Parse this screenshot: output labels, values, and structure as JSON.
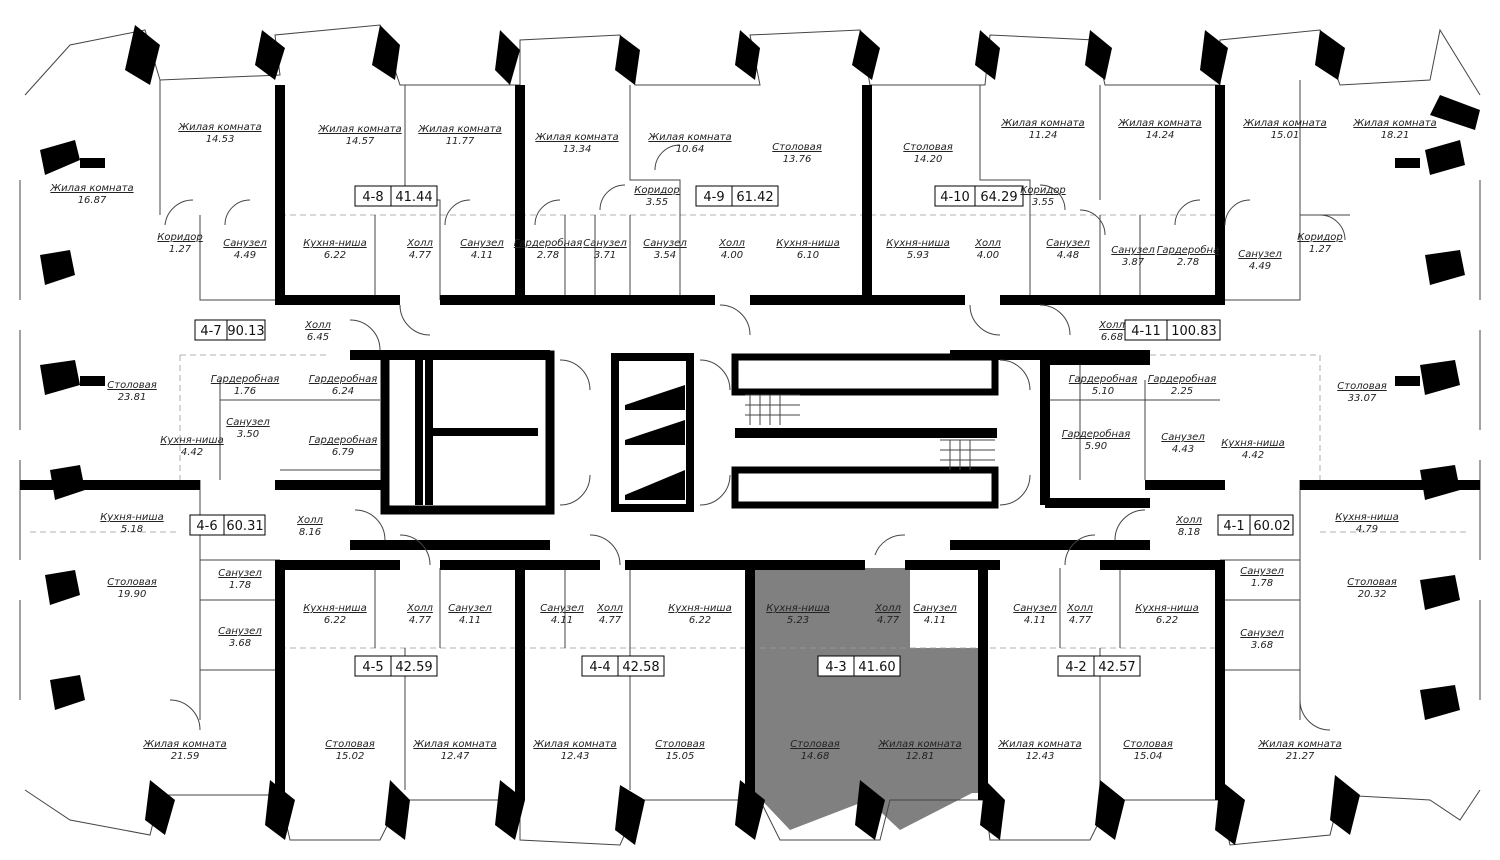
{
  "rooms": [
    {
      "id": "r1",
      "name": "Жилая комната",
      "area": "16.87"
    },
    {
      "id": "r2",
      "name": "Жилая комната",
      "area": "14.53"
    },
    {
      "id": "r3",
      "name": "Коридор",
      "area": "1.27"
    },
    {
      "id": "r4",
      "name": "Санузел",
      "area": "4.49"
    },
    {
      "id": "r5",
      "name": "Жилая комната",
      "area": "14.57"
    },
    {
      "id": "r6",
      "name": "Жилая комната",
      "area": "11.77"
    },
    {
      "id": "r7",
      "name": "Кухня-ниша",
      "area": "6.22"
    },
    {
      "id": "r8",
      "name": "Холл",
      "area": "4.77"
    },
    {
      "id": "r9",
      "name": "Санузел",
      "area": "4.11"
    },
    {
      "id": "r10",
      "name": "Жилая комната",
      "area": "13.34"
    },
    {
      "id": "r11",
      "name": "Жилая комната",
      "area": "10.64"
    },
    {
      "id": "r12",
      "name": "Коридор",
      "area": "3.55"
    },
    {
      "id": "r13",
      "name": "Гардеробная",
      "area": "2.78"
    },
    {
      "id": "r14",
      "name": "Санузел",
      "area": "3.71"
    },
    {
      "id": "r15",
      "name": "Санузел",
      "area": "3.54"
    },
    {
      "id": "r16",
      "name": "Холл",
      "area": "4.00"
    },
    {
      "id": "r17",
      "name": "Столовая",
      "area": "13.76"
    },
    {
      "id": "r18",
      "name": "Кухня-ниша",
      "area": "6.10"
    },
    {
      "id": "r19",
      "name": "Столовая",
      "area": "14.20"
    },
    {
      "id": "r20",
      "name": "Кухня-ниша",
      "area": "5.93"
    },
    {
      "id": "r21",
      "name": "Холл",
      "area": "4.00"
    },
    {
      "id": "r22",
      "name": "Жилая комната",
      "area": "11.24"
    },
    {
      "id": "r23",
      "name": "Коридор",
      "area": "3.55"
    },
    {
      "id": "r24",
      "name": "Санузел",
      "area": "4.48"
    },
    {
      "id": "r25",
      "name": "Жилая комната",
      "area": "14.24"
    },
    {
      "id": "r26",
      "name": "Санузел",
      "area": "3.87"
    },
    {
      "id": "r27",
      "name": "Гардеробна",
      "area": "2.78"
    },
    {
      "id": "r28",
      "name": "Жилая комната",
      "area": "15.01"
    },
    {
      "id": "r29",
      "name": "Санузел",
      "area": "4.49"
    },
    {
      "id": "r30",
      "name": "Жилая комната",
      "area": "18.21"
    },
    {
      "id": "r31",
      "name": "Коридор",
      "area": "1.27"
    },
    {
      "id": "r32",
      "name": "Холл",
      "area": "6.45"
    },
    {
      "id": "r33",
      "name": "Столовая",
      "area": "23.81"
    },
    {
      "id": "r34",
      "name": "Гардеробная",
      "area": "1.76"
    },
    {
      "id": "r35",
      "name": "Гардеробная",
      "area": "6.24"
    },
    {
      "id": "r36",
      "name": "Санузел",
      "area": "3.50"
    },
    {
      "id": "r37",
      "name": "Кухня-ниша",
      "area": "4.42"
    },
    {
      "id": "r38",
      "name": "Гардеробная",
      "area": "6.79"
    },
    {
      "id": "r39",
      "name": "Холл",
      "area": "6.68"
    },
    {
      "id": "r40",
      "name": "Гардеробная",
      "area": "5.10"
    },
    {
      "id": "r41",
      "name": "Гардеробная",
      "area": "2.25"
    },
    {
      "id": "r42",
      "name": "Столовая",
      "area": "33.07"
    },
    {
      "id": "r43",
      "name": "Гардеробная",
      "area": "5.90"
    },
    {
      "id": "r44",
      "name": "Санузел",
      "area": "4.43"
    },
    {
      "id": "r45",
      "name": "Кухня-ниша",
      "area": "4.42"
    },
    {
      "id": "r46",
      "name": "Кухня-ниша",
      "area": "5.18"
    },
    {
      "id": "r47",
      "name": "Холл",
      "area": "8.16"
    },
    {
      "id": "r48",
      "name": "Холл",
      "area": "8.18"
    },
    {
      "id": "r49",
      "name": "Кухня-ниша",
      "area": "4.79"
    },
    {
      "id": "r50",
      "name": "Столовая",
      "area": "19.90"
    },
    {
      "id": "r51",
      "name": "Санузел",
      "area": "1.78"
    },
    {
      "id": "r52",
      "name": "Санузел",
      "area": "3.68"
    },
    {
      "id": "r53",
      "name": "Кухня-ниша",
      "area": "6.22"
    },
    {
      "id": "r54",
      "name": "Холл",
      "area": "4.77"
    },
    {
      "id": "r55",
      "name": "Санузел",
      "area": "4.11"
    },
    {
      "id": "r56",
      "name": "Санузел",
      "area": "4.11"
    },
    {
      "id": "r57",
      "name": "Холл",
      "area": "4.77"
    },
    {
      "id": "r58",
      "name": "Кухня-ниша",
      "area": "6.22"
    },
    {
      "id": "r59",
      "name": "Кухня-ниша",
      "area": "5.23"
    },
    {
      "id": "r60",
      "name": "Холл",
      "area": "4.77"
    },
    {
      "id": "r61",
      "name": "Санузел",
      "area": "4.11"
    },
    {
      "id": "r62",
      "name": "Санузел",
      "area": "4.11"
    },
    {
      "id": "r63",
      "name": "Холл",
      "area": "4.77"
    },
    {
      "id": "r64",
      "name": "Кухня-ниша",
      "area": "6.22"
    },
    {
      "id": "r65",
      "name": "Санузел",
      "area": "1.78"
    },
    {
      "id": "r66",
      "name": "Столовая",
      "area": "20.32"
    },
    {
      "id": "r67",
      "name": "Санузел",
      "area": "3.68"
    },
    {
      "id": "r68",
      "name": "Жилая комната",
      "area": "21.59"
    },
    {
      "id": "r69",
      "name": "Столовая",
      "area": "15.02"
    },
    {
      "id": "r70",
      "name": "Жилая комната",
      "area": "12.47"
    },
    {
      "id": "r71",
      "name": "Жилая комната",
      "area": "12.43"
    },
    {
      "id": "r72",
      "name": "Столовая",
      "area": "15.05"
    },
    {
      "id": "r73",
      "name": "Столовая",
      "area": "14.68"
    },
    {
      "id": "r74",
      "name": "Жилая комната",
      "area": "12.81"
    },
    {
      "id": "r75",
      "name": "Жилая комната",
      "area": "12.43"
    },
    {
      "id": "r76",
      "name": "Столовая",
      "area": "15.04"
    },
    {
      "id": "r77",
      "name": "Жилая комната",
      "area": "21.27"
    }
  ],
  "units": [
    {
      "id": "u47",
      "number": "4-7",
      "area": "90.13"
    },
    {
      "id": "u48",
      "number": "4-8",
      "area": "41.44"
    },
    {
      "id": "u49",
      "number": "4-9",
      "area": "61.42"
    },
    {
      "id": "u410",
      "number": "4-10",
      "area": "64.29"
    },
    {
      "id": "u411",
      "number": "4-11",
      "area": "100.83"
    },
    {
      "id": "u46",
      "number": "4-6",
      "area": "60.31"
    },
    {
      "id": "u41",
      "number": "4-1",
      "area": "60.02"
    },
    {
      "id": "u45",
      "number": "4-5",
      "area": "42.59"
    },
    {
      "id": "u44",
      "number": "4-4",
      "area": "42.58"
    },
    {
      "id": "u43",
      "number": "4-3",
      "area": "41.60"
    },
    {
      "id": "u42",
      "number": "4-2",
      "area": "42.57"
    }
  ],
  "highlight": {
    "unit": "4-3",
    "color": "#808080"
  }
}
